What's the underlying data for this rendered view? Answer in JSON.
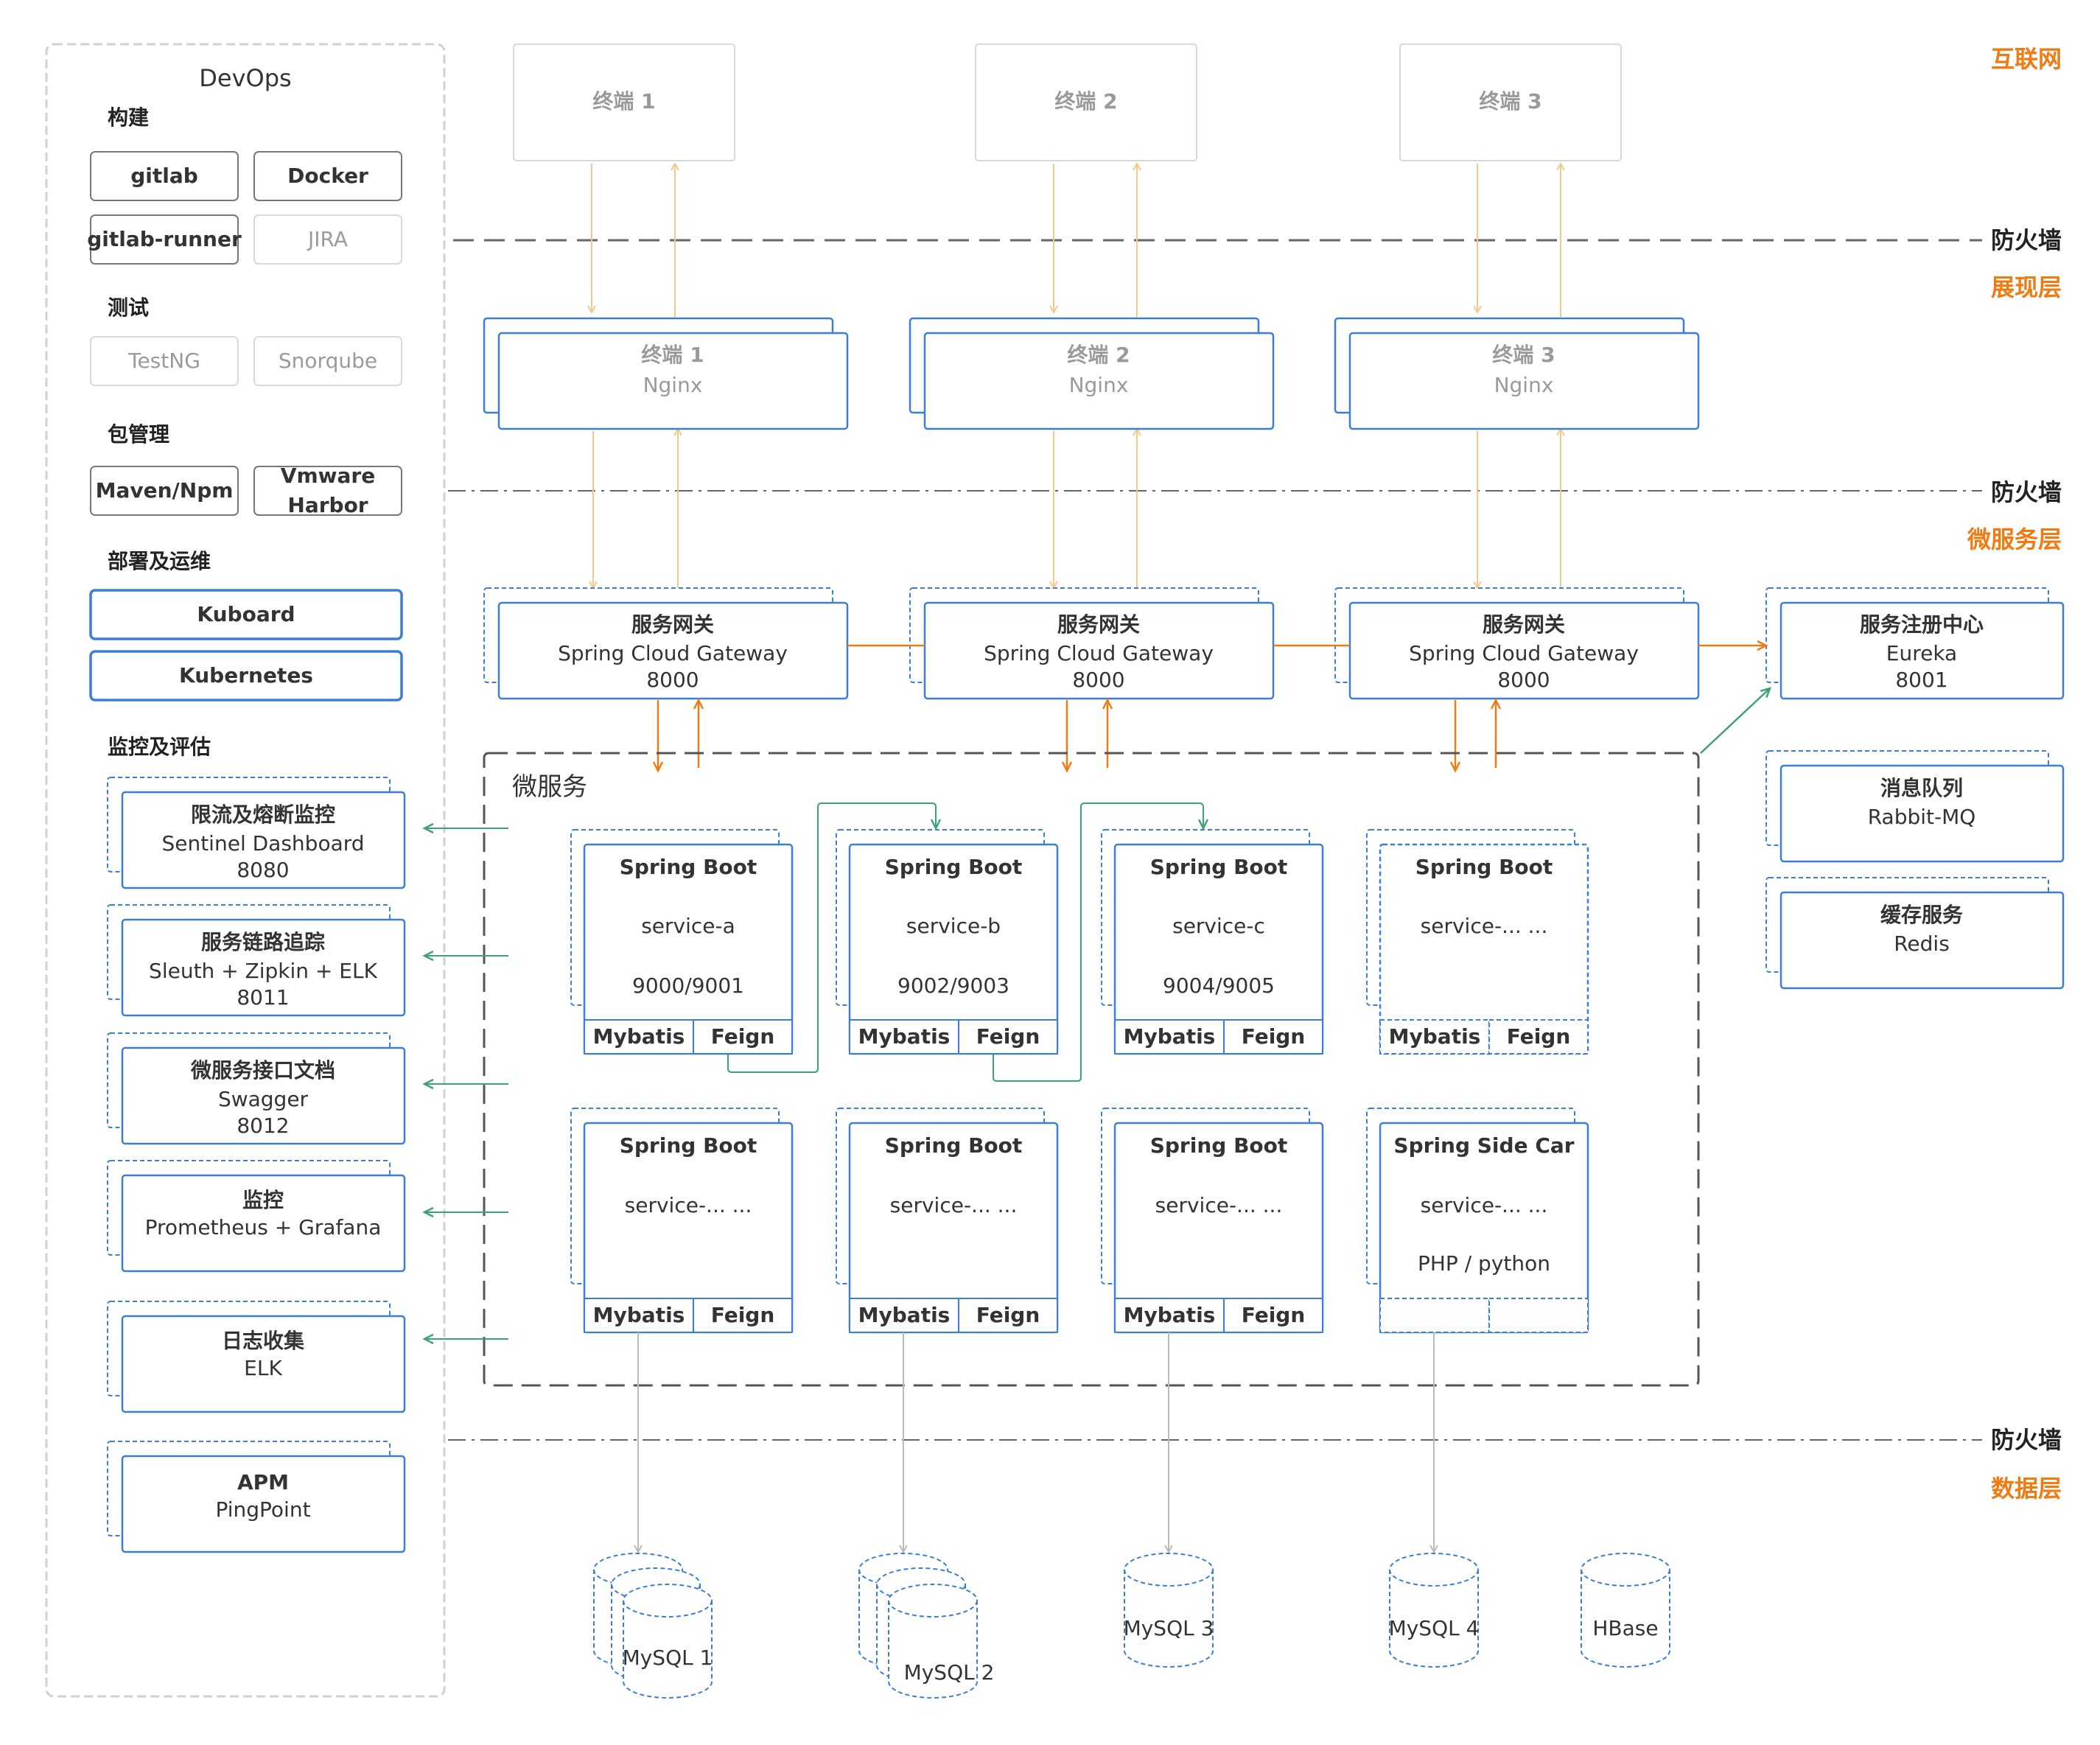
{
  "zones": {
    "internet": "互联网",
    "presentation": "展现层",
    "microservice": "微服务层",
    "data": "数据层"
  },
  "firewall": "防火墙",
  "terminals": [
    "终端 1",
    "终端 2",
    "终端 3"
  ],
  "nginx_label": "Nginx",
  "gateway": {
    "title": "服务网关",
    "name": "Spring Cloud Gateway",
    "port": "8000"
  },
  "registry": {
    "title": "服务注册中心",
    "name": "Eureka",
    "port": "8001"
  },
  "mq": {
    "title": "消息队列",
    "name": "Rabbit-MQ"
  },
  "cache": {
    "title": "缓存服务",
    "name": "Redis"
  },
  "microservices": {
    "label": "微服务",
    "spring_boot": "Spring Boot",
    "side_car": "Spring Side Car",
    "mybatis": "Mybatis",
    "feign": "Feign",
    "etc": "service-... ...",
    "service_a": {
      "name": "service-a",
      "ports": "9000/9001"
    },
    "service_b": {
      "name": "service-b",
      "ports": "9002/9003"
    },
    "service_c": {
      "name": "service-c",
      "ports": "9004/9005"
    },
    "php": "PHP / python"
  },
  "databases": [
    "MySQL 1",
    "MySQL 2",
    "MySQL 3",
    "MySQL 4",
    "HBase"
  ],
  "devops": {
    "title": "DevOps",
    "build": {
      "label": "构建",
      "items": [
        "gitlab",
        "Docker",
        "gitlab-runner",
        "JIRA"
      ]
    },
    "test": {
      "label": "测试",
      "items": [
        "TestNG",
        "Snorqube"
      ]
    },
    "pkg": {
      "label": "包管理",
      "items": [
        "Maven/Npm",
        "Vmware",
        "Harbor"
      ]
    },
    "deploy": {
      "label": "部署及运维",
      "items": [
        "Kuboard",
        "Kubernetes"
      ]
    },
    "monitor_label": "监控及评估",
    "monitors": [
      {
        "title": "限流及熔断监控",
        "name": "Sentinel Dashboard",
        "port": "8080"
      },
      {
        "title": "服务链路追踪",
        "name": "Sleuth + Zipkin + ELK",
        "port": "8011"
      },
      {
        "title": "微服务接口文档",
        "name": "Swagger",
        "port": "8012"
      },
      {
        "title": "监控",
        "name": "Prometheus + Grafana"
      },
      {
        "title": "日志收集",
        "name": "ELK"
      },
      {
        "title": "APM",
        "name": "PingPoint"
      }
    ]
  },
  "colors": {
    "blue": "#3A7FD5",
    "orange": "#F07B12",
    "green": "#3FA274",
    "peach": "#F6C98B",
    "gray": "#BBBBBB",
    "dash": "#666666"
  }
}
